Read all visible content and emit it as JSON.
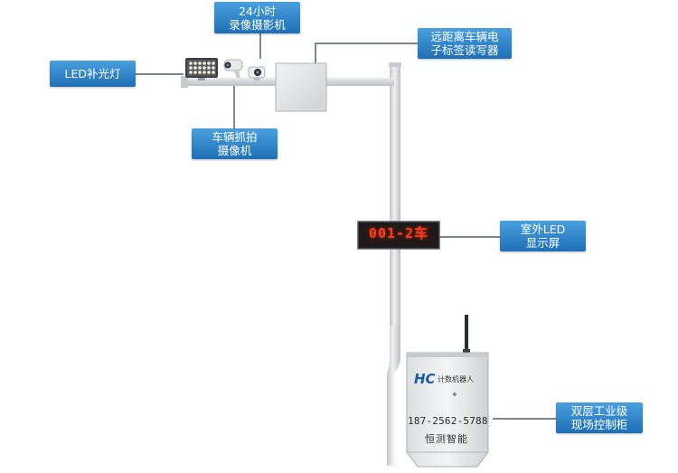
{
  "callouts": {
    "recorder_camera": [
      "24小时",
      "录像摄影机"
    ],
    "rfid_reader": [
      "远距离车辆电",
      "子标签读写器"
    ],
    "led_fill_light": [
      "LED补光灯"
    ],
    "capture_camera": [
      "车辆抓拍",
      "摄像机"
    ],
    "outdoor_led": [
      "室外LED",
      "显示屏"
    ],
    "control_cabinet": [
      "双层工业级",
      "现场控制柜"
    ]
  },
  "led_display_text": "001-2车",
  "cabinet": {
    "brand": "HC",
    "subtitle": "计数机器人",
    "phone": "187-2562-5788",
    "company": "恒测智能"
  },
  "colors": {
    "callout_top": "#4aa0df",
    "callout_bottom": "#1f6fb6",
    "pole": "#d4d8dc",
    "led_text": "#ff3a1a",
    "brand": "#1a5aa6"
  }
}
